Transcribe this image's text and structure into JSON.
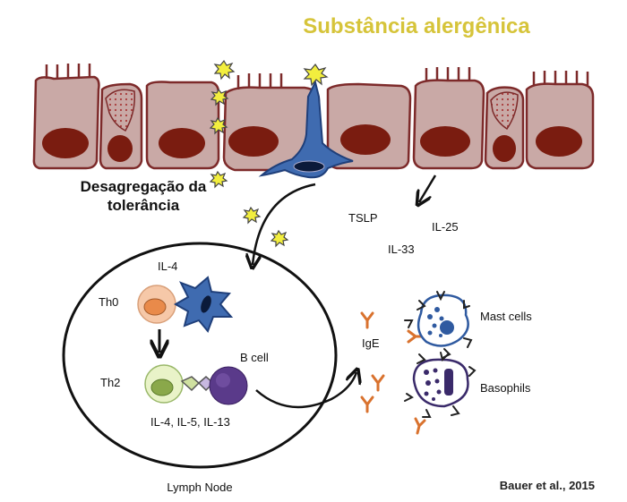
{
  "title": "Substância alergênica",
  "tolerance_label": [
    "Desagregação da",
    "tolerância"
  ],
  "cytokines": {
    "tslp": "TSLP",
    "il25": "IL-25",
    "il33": "IL-33"
  },
  "lymph_node": {
    "label": "Lymph Node",
    "il4": "IL-4",
    "th0": "Th0",
    "th2": "Th2",
    "b_cell": "B cell",
    "th2_cytokines": "IL-4, IL-5, IL-13"
  },
  "effector": {
    "ige": "IgE",
    "mast_cells": "Mast cells",
    "basophils": "Basophils"
  },
  "citation": "Bauer et al., 2015",
  "colors": {
    "title": "#d6c43a",
    "epithelium_fill": "#c9a9a6",
    "epithelium_stroke": "#7d2a2a",
    "nucleus": "#7a1c10",
    "cilia": "#7d2a2a",
    "dendritic_cell": "#3f6bb0",
    "allergen": "#f2ee3e",
    "th0_fill": "#f6c8a8",
    "th0_nucleus": "#e98a4a",
    "th2_fill": "#e9f3c8",
    "th2_nucleus": "#8aa84a",
    "b_cell": "#5a3a8a",
    "ige": "#d9722e",
    "mast_cell": "#2f5aa0",
    "basophil": "#3a2a6a"
  }
}
